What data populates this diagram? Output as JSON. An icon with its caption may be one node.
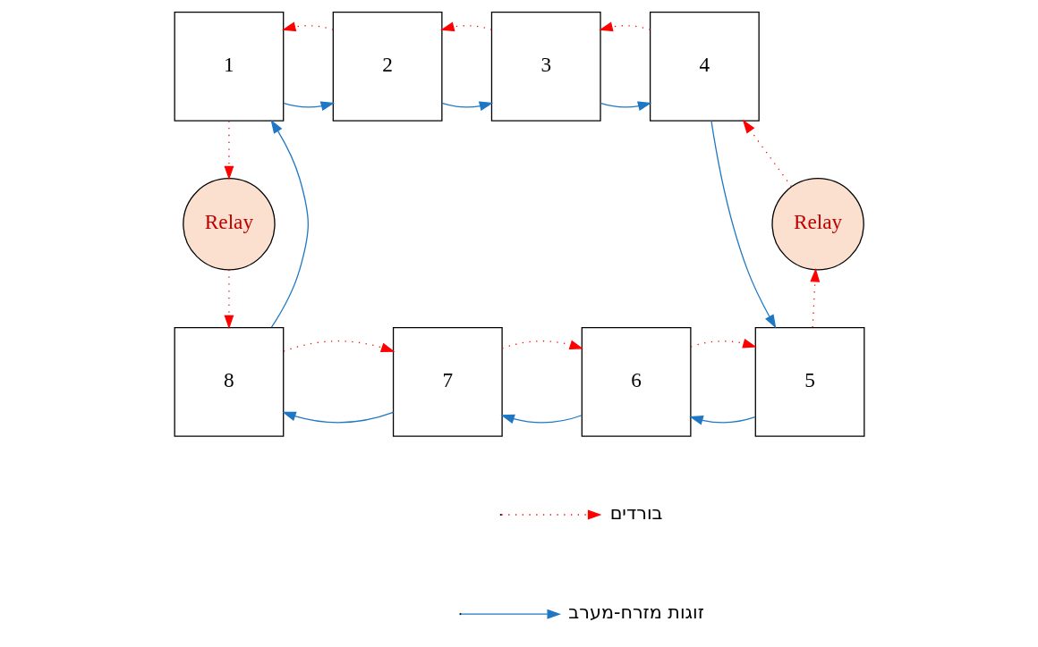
{
  "diagram": {
    "nodes": [
      {
        "text": [
          "1"
        ]
      },
      {
        "text": [
          "2"
        ]
      },
      {
        "text": [
          "3"
        ]
      },
      {
        "text": [
          "4"
        ]
      },
      {
        "text": [
          "Relay"
        ]
      },
      {
        "text": [
          "Relay"
        ]
      },
      {
        "text": [
          "8"
        ]
      },
      {
        "text": [
          "7"
        ]
      },
      {
        "text": [
          "6"
        ]
      },
      {
        "text": [
          "5"
        ]
      }
    ],
    "edges": [
      {
        "from": 0,
        "to": 1,
        "arrow": "to",
        "color": "#1f77c4"
      },
      {
        "from": 1,
        "to": 2,
        "arrow": "to",
        "color": "#1f77c4"
      },
      {
        "from": 2,
        "to": 3,
        "arrow": "to",
        "color": "#1f77c4"
      },
      {
        "from": 3,
        "to": 9,
        "arrow": "to",
        "color": "#1f77c4"
      },
      {
        "from": 9,
        "to": 8,
        "arrow": "to",
        "color": "#1f77c4"
      },
      {
        "from": 8,
        "to": 7,
        "arrow": "to",
        "color": "#1f77c4"
      },
      {
        "from": 7,
        "to": 6,
        "arrow": "to",
        "color": "#1f77c4"
      },
      {
        "from": 6,
        "to": 0,
        "arrow": "to",
        "color": "#1f77c4"
      },
      {
        "from": 1,
        "to": 0,
        "arrow": "to",
        "style": "dashed"
      },
      {
        "from": 2,
        "to": 1,
        "arrow": "to",
        "style": "dashed"
      },
      {
        "from": 3,
        "to": 2,
        "arrow": "to",
        "style": "dashed"
      },
      {
        "from": 0,
        "to": 4,
        "arrow": "to",
        "style": "dashed"
      },
      {
        "from": 4,
        "to": 6,
        "arrow": "to",
        "style": "dashed"
      },
      {
        "from": 6,
        "to": 7,
        "arrow": "to",
        "style": "dashed"
      },
      {
        "from": 7,
        "to": 8,
        "arrow": "to",
        "style": "dashed"
      },
      {
        "from": 8,
        "to": 9,
        "arrow": "to",
        "style": "dashed"
      },
      {
        "from": 9,
        "to": 5,
        "arrow": "to",
        "style": "dashed"
      },
      {
        "from": 5,
        "to": 3,
        "arrow": "to",
        "style": "dashed"
      }
    ],
    "legend": [
      {
        "text": "בורדים"
      },
      {
        "text": "זוגות מזרח-מערב"
      }
    ]
  }
}
